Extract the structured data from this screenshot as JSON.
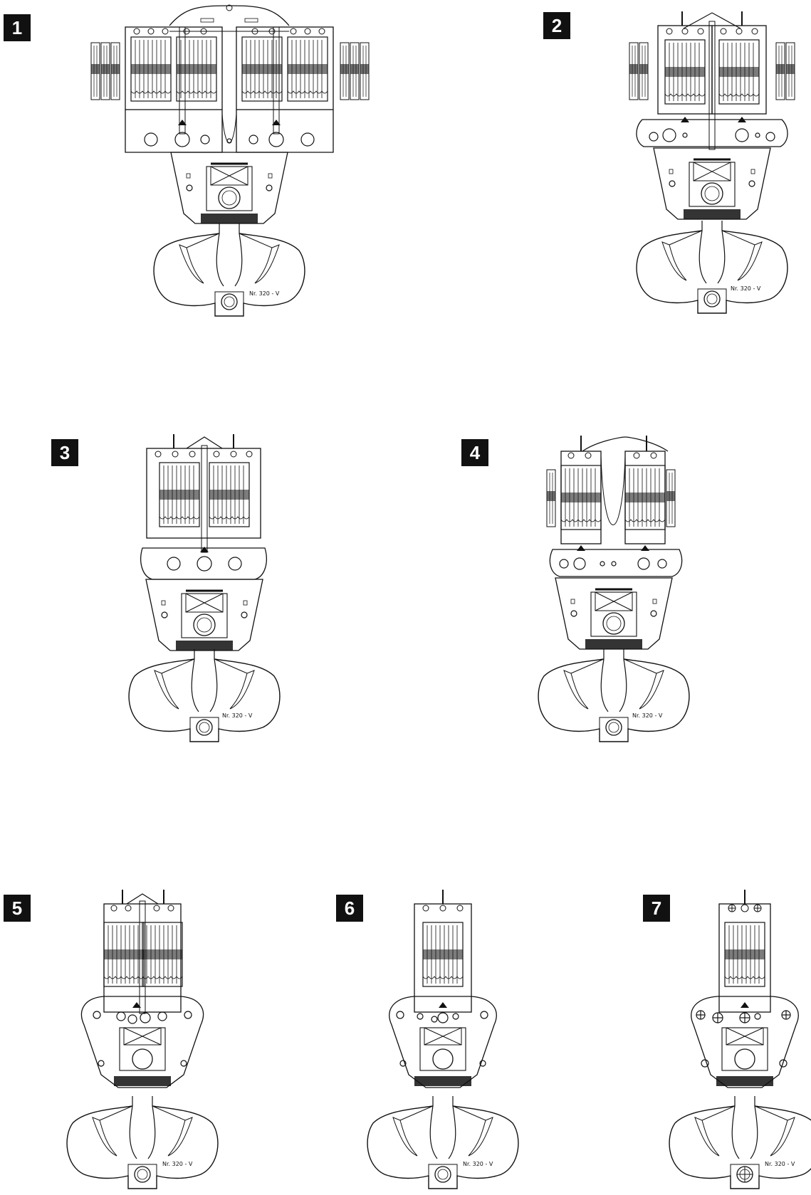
{
  "diagrams": [
    {
      "number": "1",
      "hook_label": "Nr. 320 - V"
    },
    {
      "number": "2",
      "hook_label": "Nr. 320 - V"
    },
    {
      "number": "3",
      "hook_label": "Nr. 320 - V"
    },
    {
      "number": "4",
      "hook_label": "Nr. 320 - V"
    },
    {
      "number": "5",
      "hook_label": "Nr. 320 - V"
    },
    {
      "number": "6",
      "hook_label": "Nr. 320 - V"
    },
    {
      "number": "7",
      "hook_label": "Nr. 320 - V"
    }
  ],
  "colors": {
    "ink": "#111111",
    "paper": "#ffffff"
  }
}
